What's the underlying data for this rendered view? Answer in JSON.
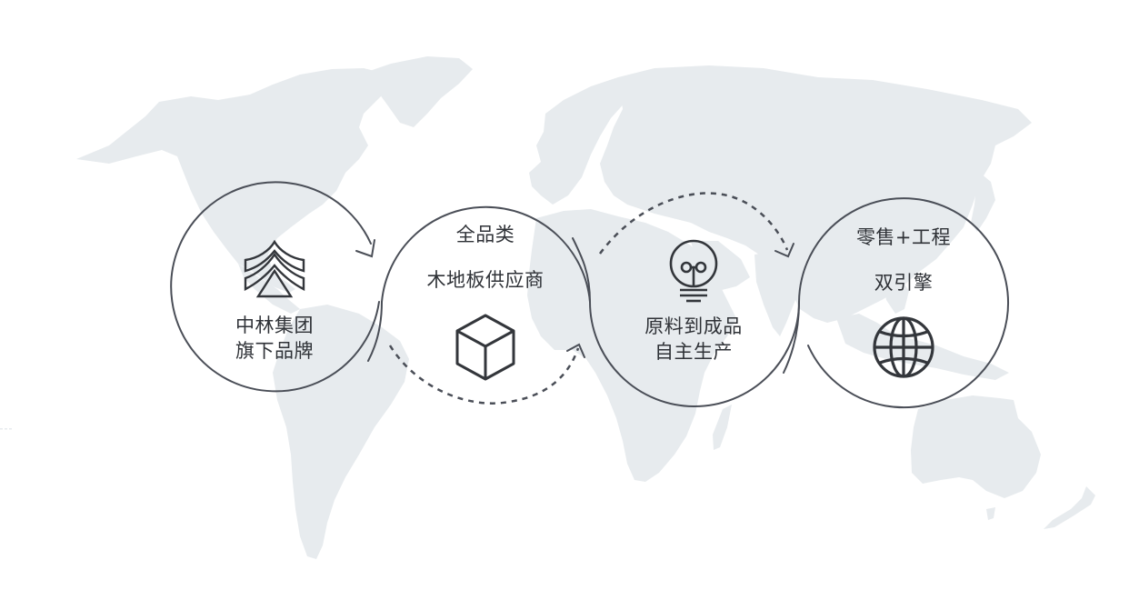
{
  "diagram": {
    "type": "process-flow",
    "background": "world-map",
    "colors": {
      "map_fill": "#e7ebee",
      "stroke": "#4a4e57",
      "text": "#2f3237",
      "icon": "#33363b",
      "background": "#ffffff"
    },
    "steps": [
      {
        "id": "step-1",
        "icon": "zhonglin-logo-icon",
        "line1": "中林集团",
        "line2": "旗下品牌"
      },
      {
        "id": "step-2",
        "icon": "cube-icon",
        "line1": "全品类",
        "line2": "木地板供应商"
      },
      {
        "id": "step-3",
        "icon": "lightbulb-icon",
        "line1": "原料到成品",
        "line2": "自主生产"
      },
      {
        "id": "step-4",
        "icon": "globe-icon",
        "line1": "零售+工程",
        "line2": "双引擎"
      }
    ],
    "connectors": [
      {
        "from": "step-1",
        "to": "step-2",
        "style": "solid-arrow"
      },
      {
        "from": "step-1",
        "to": "step-3",
        "style": "dashed-arrow-bottom"
      },
      {
        "from": "step-2",
        "to": "step-4",
        "style": "dashed-arrow-top"
      }
    ]
  }
}
